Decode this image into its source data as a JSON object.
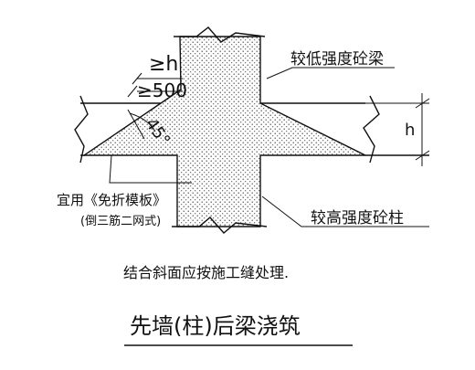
{
  "labels": {
    "low_strength_beam": "较低强度砼梁",
    "high_strength_column": "较高强度砼柱",
    "formwork_line1": "宜用《免折模板》",
    "formwork_line2": "(倒三筋二网式)",
    "note": "结合斜面应按施工缝处理.",
    "caption": "先墙(柱)后梁浇筑"
  },
  "dimensions": {
    "ge_h": "≥h",
    "ge_500": "≥500",
    "angle": "45°",
    "h": "h"
  },
  "colors": {
    "line": "#111111",
    "fill": "#ffffff",
    "dots": "#444444"
  }
}
